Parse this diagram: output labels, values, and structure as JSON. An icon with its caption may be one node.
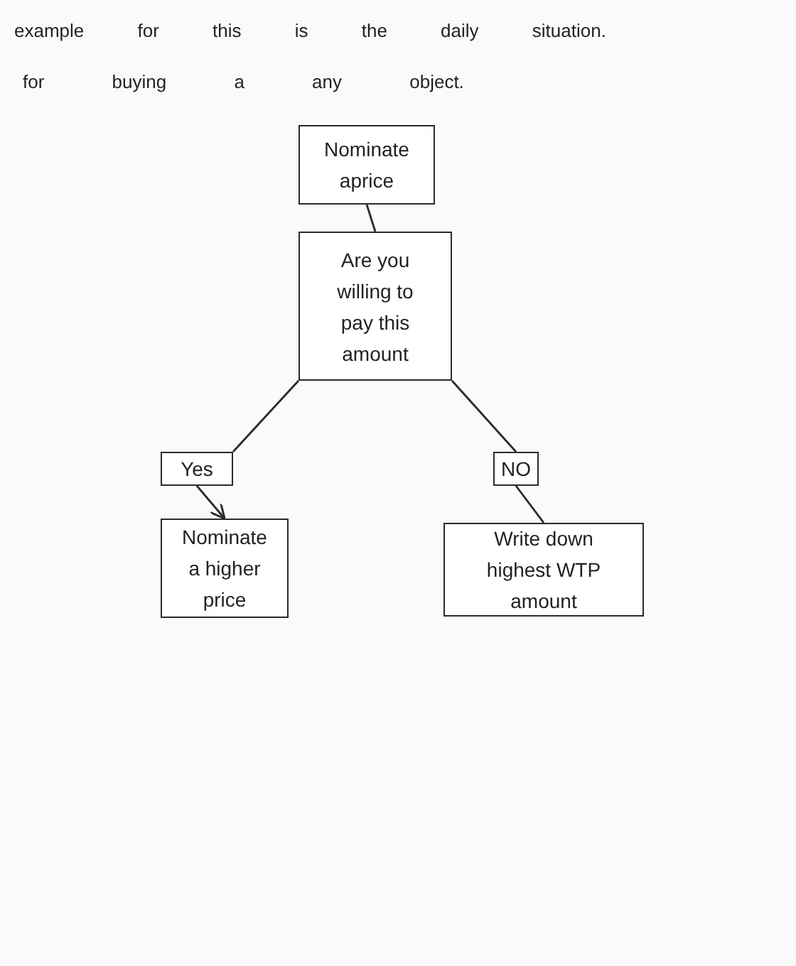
{
  "diagram": {
    "nodes": [
      {
        "text": [
          "Nominate aprice"
        ]
      },
      {
        "text": [
          "Are you willing to pay this amount"
        ]
      },
      {
        "text": [
          "Yes"
        ]
      },
      {
        "text": [
          "NO"
        ]
      },
      {
        "text": [
          "Nominate a higher price"
        ]
      },
      {
        "text": [
          "Write down highest WTP amount"
        ]
      }
    ],
    "edges": [
      {
        "from": 0,
        "to": 1,
        "arrow": "none"
      },
      {
        "from": 1,
        "to": 2,
        "arrow": "none"
      },
      {
        "from": 1,
        "to": 3,
        "arrow": "none"
      },
      {
        "from": 2,
        "to": 4,
        "arrow": "to"
      },
      {
        "from": 3,
        "to": 5,
        "arrow": "none"
      }
    ],
    "labels": [
      "example for this is the daily situation.",
      "for buying a any object."
    ]
  }
}
